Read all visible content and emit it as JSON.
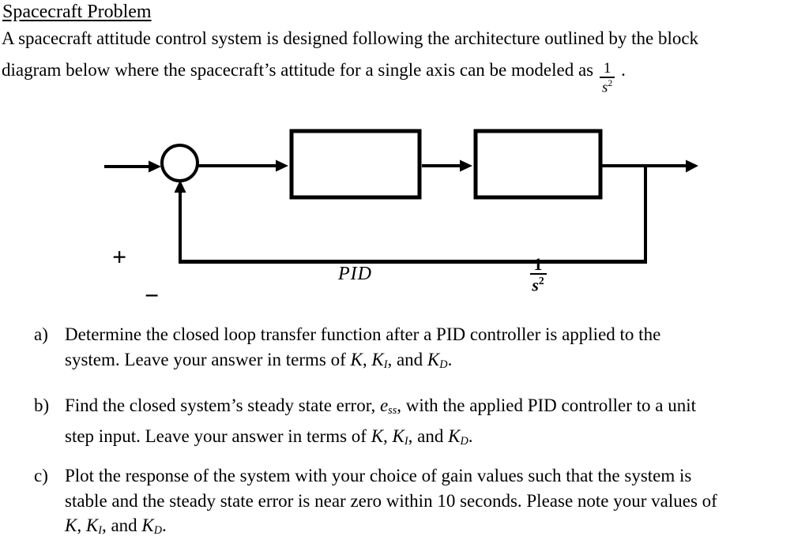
{
  "title": "Spacecraft Problem",
  "intro": {
    "line1": [
      {
        "t": "A spacecraft attitude control system is designed following the architecture outlined by the block"
      }
    ],
    "line2": [
      {
        "t": "diagram below where the spacecraft’s attitude for a single axis can be modeled as "
      },
      {
        "frac": {
          "num": "1",
          "den": "s",
          "exp": "2"
        }
      },
      {
        "t": " ."
      }
    ]
  },
  "diagram": {
    "plus_sign": "+",
    "minus_sign": "−",
    "pid_label": "PID",
    "plant_label": [
      {
        "frac": {
          "num": "1",
          "den": "s",
          "exp": "2"
        }
      }
    ],
    "line_color": "#000000"
  },
  "questions": [
    {
      "label": "a)",
      "lines": [
        [
          {
            "t": "Determine the closed loop transfer function after a PID controller is applied to the"
          }
        ],
        [
          {
            "t": "system. Leave your answer in terms of "
          },
          {
            "t": "K",
            "i": 1
          },
          {
            "t": ", "
          },
          {
            "t": "K",
            "i": 1
          },
          {
            "t": "I",
            "i": 1,
            "sub": 1
          },
          {
            "t": ", and "
          },
          {
            "t": "K",
            "i": 1
          },
          {
            "t": "D",
            "i": 1,
            "sub": 1
          },
          {
            "t": "."
          }
        ]
      ]
    },
    {
      "label": "b)",
      "lines": [
        [
          {
            "t": "Find the closed system’s steady state error, "
          },
          {
            "t": "e",
            "i": 1
          },
          {
            "t": "ss",
            "i": 1,
            "sub": 1
          },
          {
            "t": ", with the applied PID controller to a unit"
          }
        ],
        [
          {
            "t": "step input. Leave your answer in terms of "
          },
          {
            "t": "K",
            "i": 1
          },
          {
            "t": ", "
          },
          {
            "t": "K",
            "i": 1
          },
          {
            "t": "I",
            "i": 1,
            "sub": 1
          },
          {
            "t": ", and "
          },
          {
            "t": "K",
            "i": 1
          },
          {
            "t": "D",
            "i": 1,
            "sub": 1
          },
          {
            "t": "."
          }
        ]
      ]
    },
    {
      "label": "c)",
      "lines": [
        [
          {
            "t": "Plot the response of the system with your choice of gain values such that the system is"
          }
        ],
        [
          {
            "t": "stable and the steady state error is near zero within 10 seconds. Please note your values of"
          }
        ],
        [
          {
            "t": "K",
            "i": 1
          },
          {
            "t": ", "
          },
          {
            "t": "K",
            "i": 1
          },
          {
            "t": "I",
            "i": 1,
            "sub": 1
          },
          {
            "t": ", and "
          },
          {
            "t": "K",
            "i": 1
          },
          {
            "t": "D",
            "i": 1,
            "sub": 1
          },
          {
            "t": "."
          }
        ]
      ]
    }
  ]
}
